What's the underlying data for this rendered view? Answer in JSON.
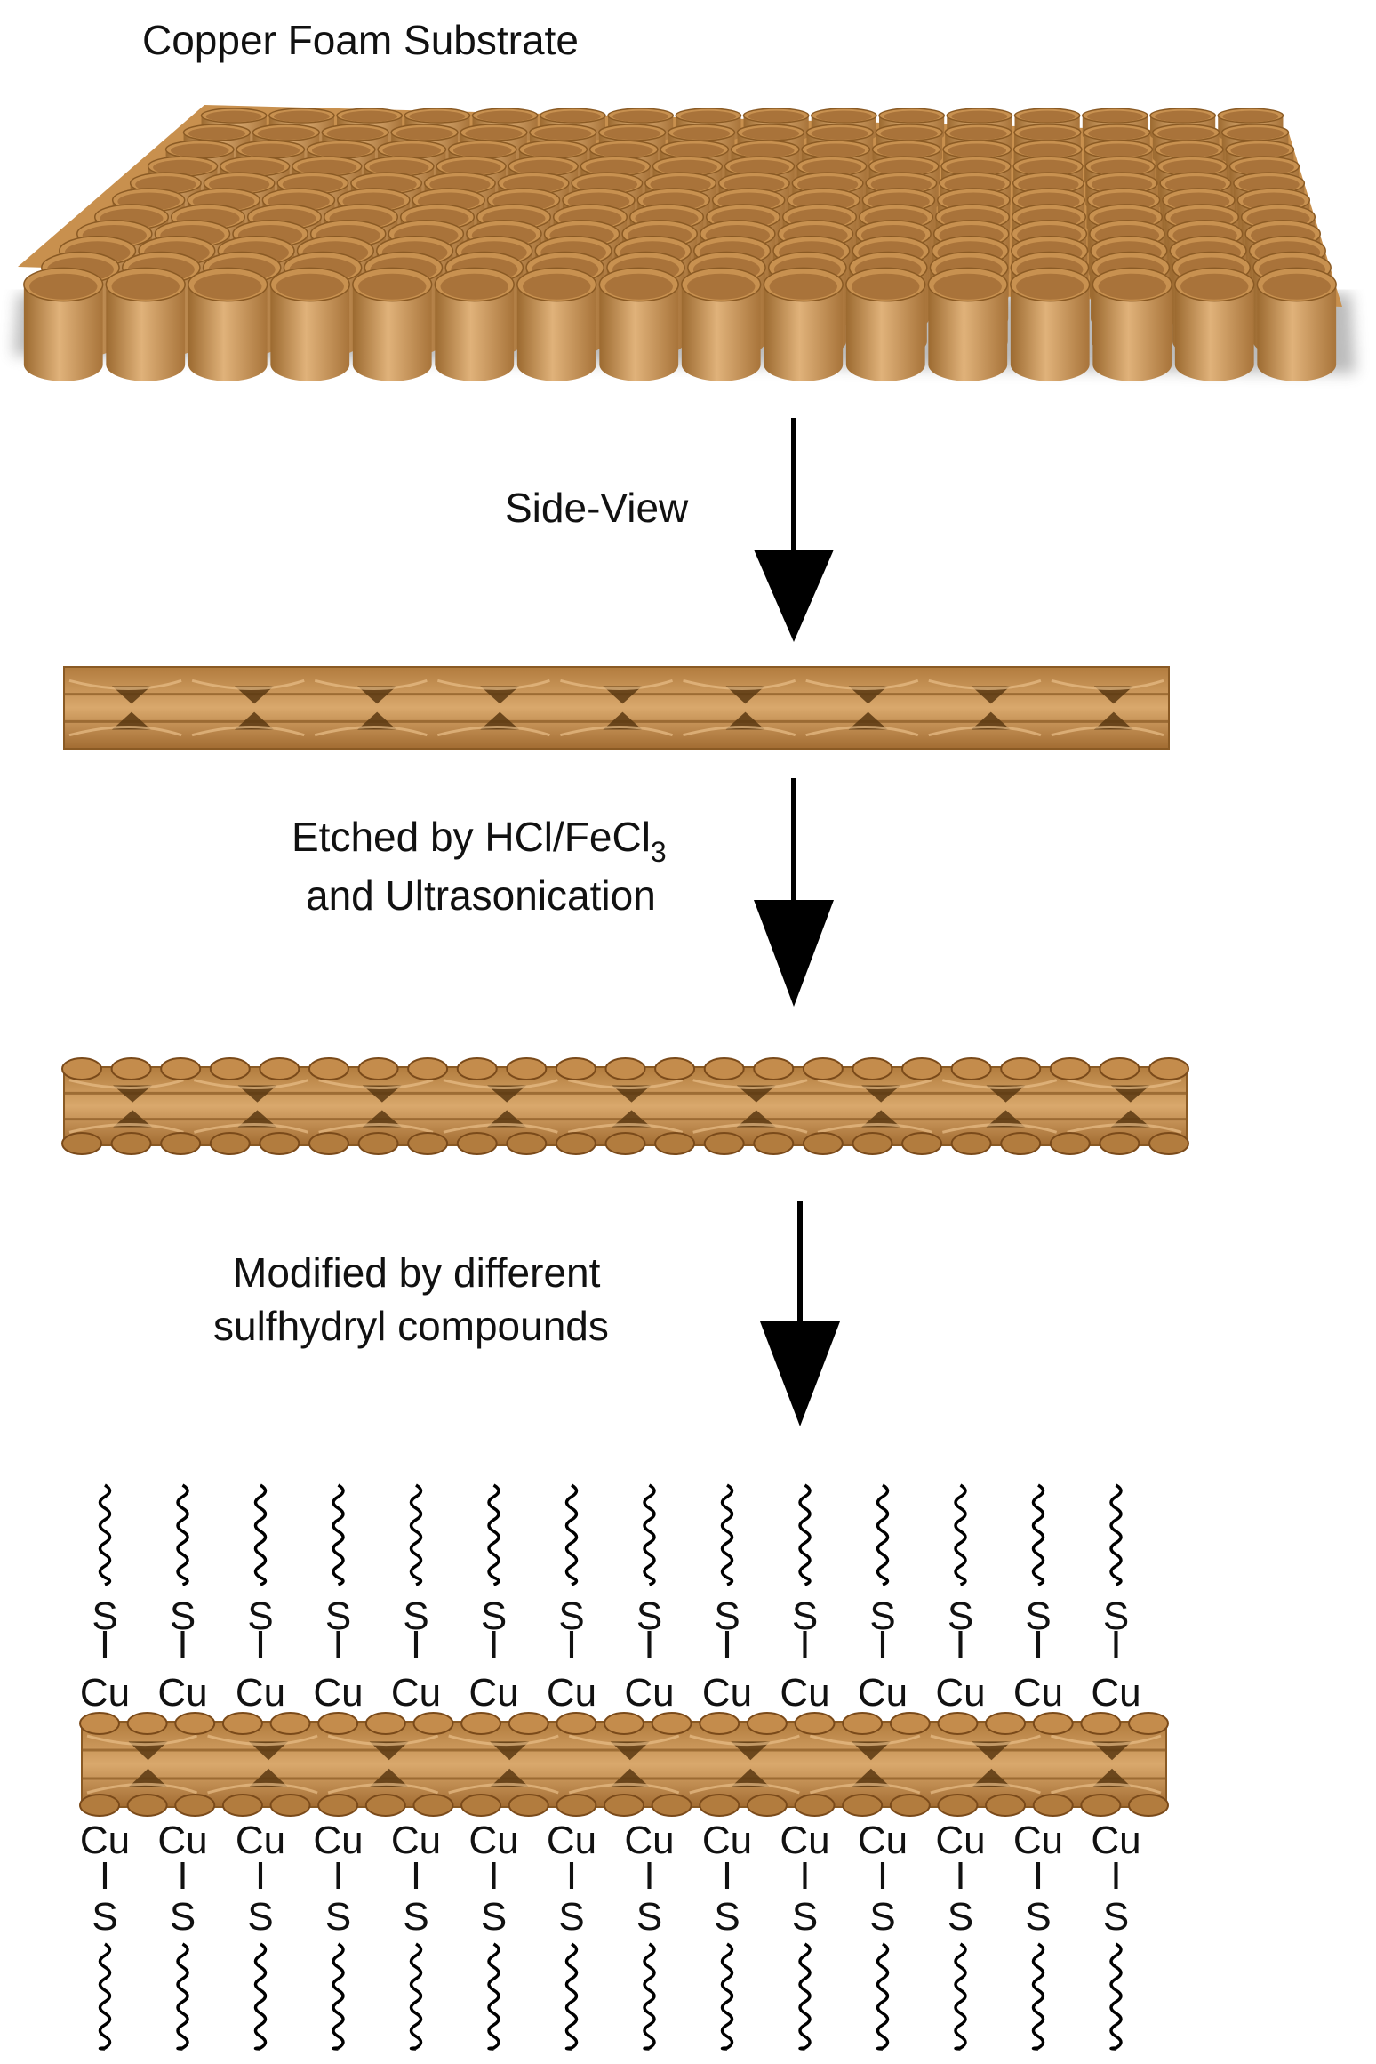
{
  "title": "Copper Foam Substrate",
  "steps": [
    {
      "line1": "Side-View",
      "line2": ""
    },
    {
      "line1_main": "Etched by HCl/FeCl",
      "line1_sub": "3",
      "line2": "and Ultrasonication"
    },
    {
      "line1": "Modified by different",
      "line2": "sulfhydryl compounds"
    }
  ],
  "chem": {
    "sulfur": "S",
    "copper": "Cu",
    "bond": "I",
    "chain_count": 14
  },
  "colors": {
    "copper_light": "#d8a466",
    "copper_mid": "#c48c4c",
    "copper_dark": "#8a5a24",
    "copper_shadow": "#5a3812",
    "ink": "#000000"
  }
}
